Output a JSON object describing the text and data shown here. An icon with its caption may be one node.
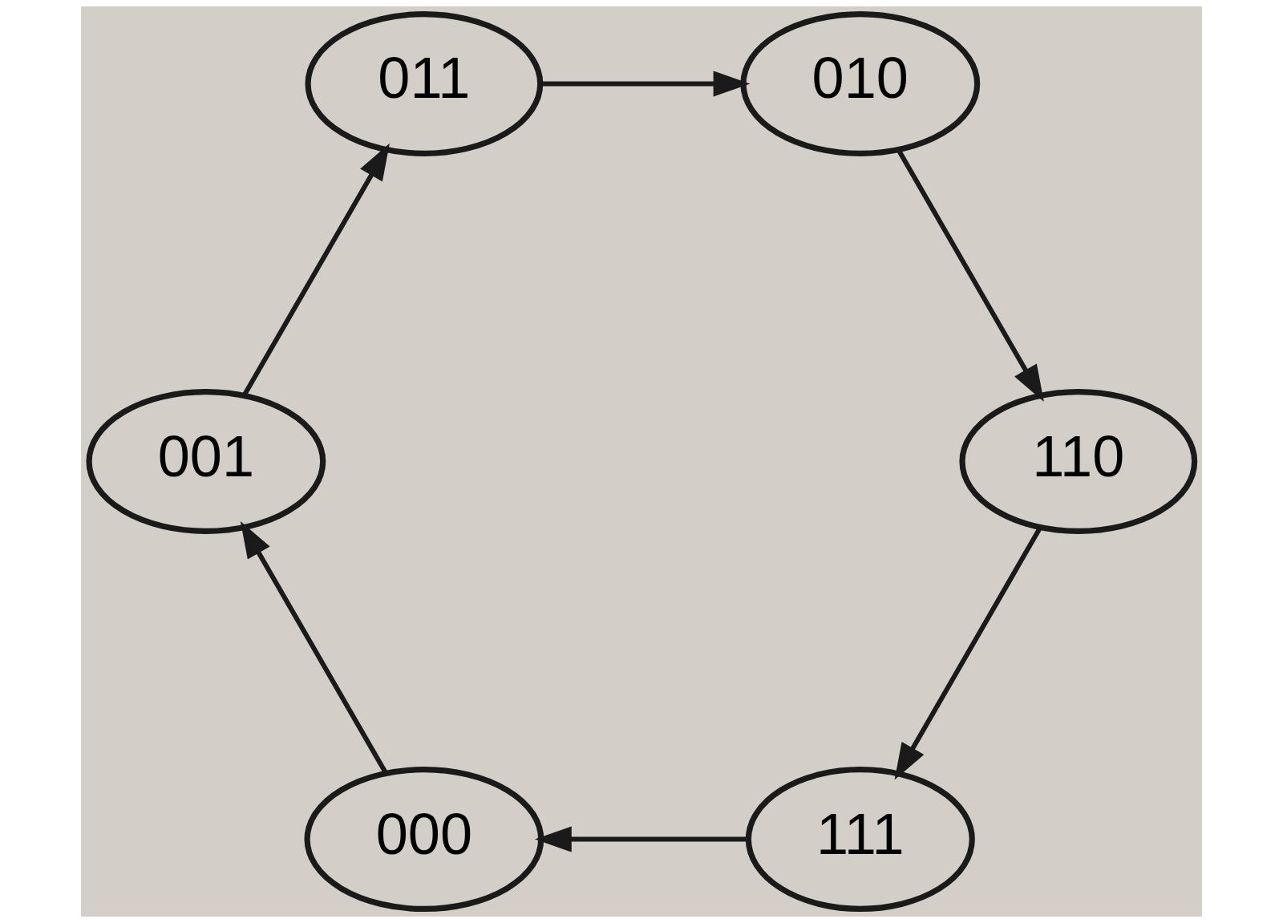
{
  "diagram": {
    "nodes": [
      {
        "text": [
          "111"
        ]
      },
      {
        "text": [
          "110"
        ]
      },
      {
        "text": [
          "000"
        ]
      },
      {
        "text": [
          "010"
        ]
      },
      {
        "text": [
          "001"
        ]
      },
      {
        "text": [
          "011"
        ]
      }
    ],
    "edges": [
      {
        "from": 0,
        "to": 2,
        "arrow": "to"
      },
      {
        "from": 2,
        "to": 4,
        "arrow": "to"
      },
      {
        "from": 4,
        "to": 5,
        "arrow": "to"
      },
      {
        "from": 5,
        "to": 3,
        "arrow": "to"
      },
      {
        "from": 3,
        "to": 1,
        "arrow": "to"
      },
      {
        "from": 1,
        "to": 0,
        "arrow": "to"
      }
    ]
  }
}
